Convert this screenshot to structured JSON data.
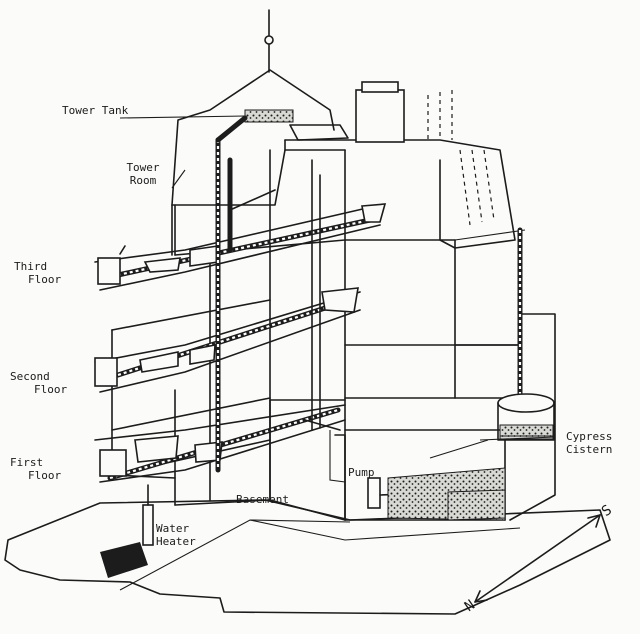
{
  "labels": {
    "tower_tank": "Tower Tank",
    "tower_room_line1": "Tower",
    "tower_room_line2": "Room",
    "third_floor_line1": "Third",
    "third_floor_line2": "Floor",
    "second_floor_line1": "Second",
    "second_floor_line2": "Floor",
    "first_floor_line1": "First",
    "first_floor_line2": "Floor",
    "basement": "Basement",
    "pump": "Pump",
    "water_heater_line1": "Water",
    "water_heater_line2": "Heater",
    "cypress_cistern_line1": "Cypress",
    "cypress_cistern_line2": "Cistern",
    "compass_n": "N",
    "compass_s": "S"
  },
  "colors": {
    "ink": "#1c1c1c",
    "paper": "#fbfbf9"
  }
}
